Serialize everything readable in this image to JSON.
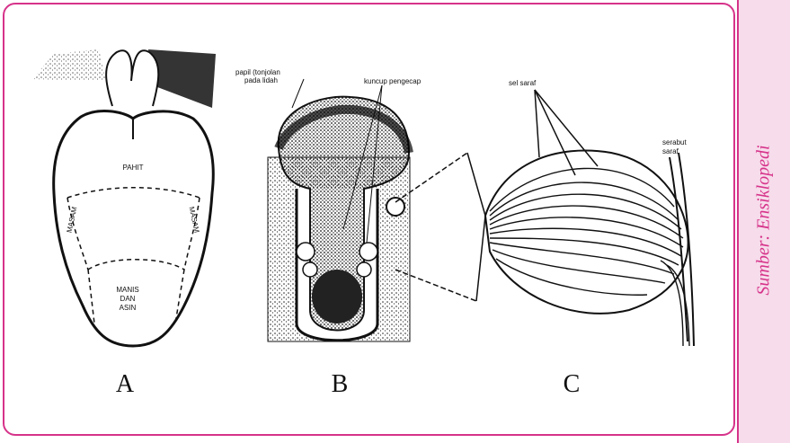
{
  "source": "Sumber: Ensiklopedi",
  "panels": [
    {
      "letter": "A"
    },
    {
      "letter": "B"
    },
    {
      "letter": "C"
    }
  ],
  "tongue_labels": {
    "pahit": "PAHIT",
    "masam_left": "MASAM",
    "masam_right": "MASAM",
    "manis_asin_1": "MANIS",
    "manis_asin_2": "DAN",
    "manis_asin_3": "ASIN"
  },
  "papilla_labels": {
    "papilla_1": "papil (tonjolan",
    "papilla_2": "pada lidah",
    "taste_bud": "kuncup pengecap"
  },
  "taste_bud_labels": {
    "sel_saraf": "sel saraf",
    "serabut_1": "serabut",
    "serabut_2": "saraf"
  },
  "colors": {
    "accent": "#d6338a",
    "strip": "#f7dceb",
    "ink": "#111111"
  }
}
